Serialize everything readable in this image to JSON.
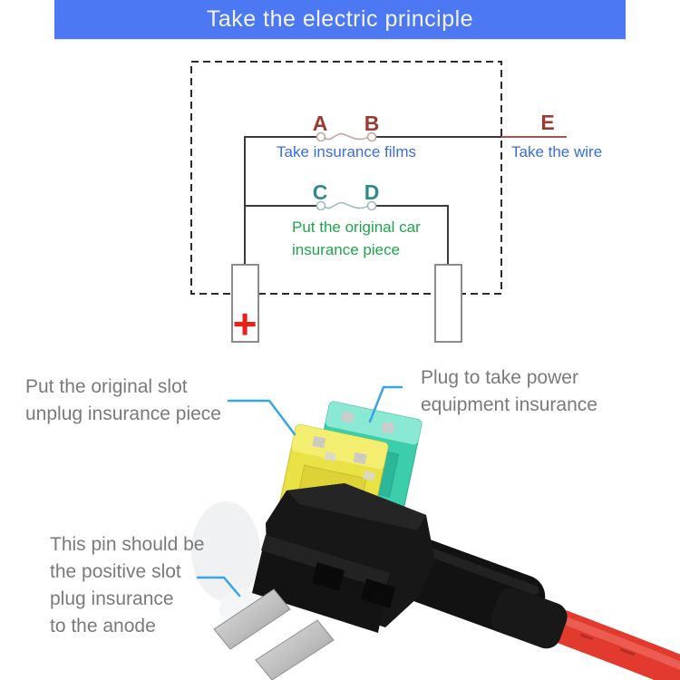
{
  "banner": {
    "title": "Take the electric principle"
  },
  "diagram": {
    "nodes": {
      "a": "A",
      "b": "B",
      "c": "C",
      "d": "D",
      "e": "E"
    },
    "label_ab": "Take insurance films",
    "label_e": "Take the wire",
    "label_cd_line1": "Put the original car",
    "label_cd_line2": "insurance piece",
    "plus_sign": "+"
  },
  "annotations": {
    "original_slot": {
      "line1": "Put the original slot",
      "line2": "unplug insurance piece"
    },
    "take_power": {
      "line1": "Plug to take power",
      "line2": "equipment insurance"
    },
    "positive_pin": {
      "line1": "This pin should be",
      "line2": "the positive slot",
      "line3": "plug insurance",
      "line4": "to the anode"
    }
  },
  "photo": {
    "parts": [
      "green-mini-fuse",
      "yellow-mini-fuse",
      "fuse-tap-holder",
      "blade-pins",
      "red-power-wire"
    ]
  },
  "colors": {
    "banner_bg": "#4c78f3",
    "node_red": "#9c3a32",
    "node_teal": "#2f8b88",
    "label_blue": "#3a6de2",
    "label_green": "#1ea54b",
    "annotation_gray": "#7a7a7a",
    "leader_blue": "#38a5e8",
    "plus_red": "#ea1f1a",
    "wire_red": "#e23a2e",
    "fuse_yellow": "#e9e244",
    "fuse_teal": "#3ccdab"
  }
}
